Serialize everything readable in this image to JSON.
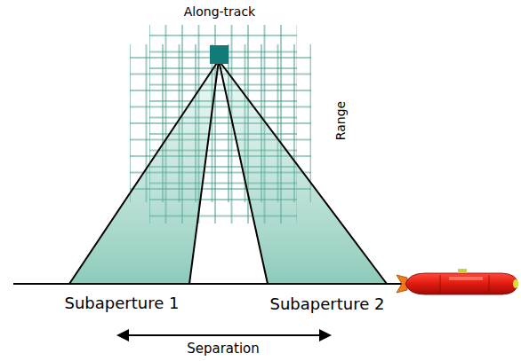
{
  "diagram": {
    "labels": [
      "Along-track",
      "Range",
      "Subaperture 1",
      "Subaperture 2",
      "Separation"
    ]
  }
}
